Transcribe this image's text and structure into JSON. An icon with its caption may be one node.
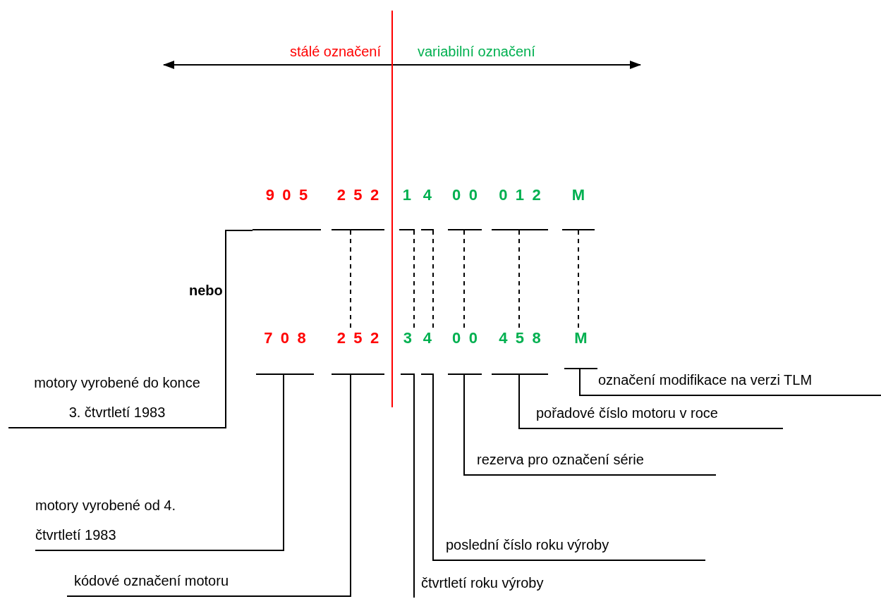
{
  "diagram": {
    "nodes": [
      {
        "text": [
          "9 0 5"
        ]
      },
      {
        "text": [
          "2 5 2"
        ]
      },
      {
        "text": [
          "1"
        ]
      },
      {
        "text": [
          "4"
        ]
      },
      {
        "text": [
          "0 0"
        ]
      },
      {
        "text": [
          "0 1 2"
        ]
      },
      {
        "text": [
          "M"
        ]
      },
      {
        "text": [
          "7 0 8"
        ]
      },
      {
        "text": [
          "2 5 2"
        ]
      },
      {
        "text": [
          "3"
        ]
      },
      {
        "text": [
          "4"
        ]
      },
      {
        "text": [
          "0 0"
        ]
      },
      {
        "text": [
          "4 5 8"
        ]
      },
      {
        "text": [
          "M"
        ]
      },
      {
        "text": [
          "motory vyrobené do konce 3. čtvrtletí 1983"
        ]
      },
      {
        "text": [
          "motory vyrobené od 4. čtvrtletí 1983"
        ]
      },
      {
        "text": [
          "kódové označení motoru"
        ]
      },
      {
        "text": [
          "čtvrtletí roku výroby"
        ]
      },
      {
        "text": [
          "poslední číslo roku výroby"
        ]
      },
      {
        "text": [
          "rezerva pro označení série"
        ]
      },
      {
        "text": [
          "pořadové číslo motoru v roce"
        ]
      },
      {
        "text": [
          "označení modifikace na verzi TLM"
        ]
      }
    ],
    "edges": [
      {
        "from": 14,
        "to": 0,
        "arrow": "none"
      },
      {
        "from": 1,
        "to": 8,
        "arrow": "none",
        "style": "dashed"
      },
      {
        "from": 2,
        "to": 9,
        "arrow": "none",
        "style": "dashed"
      },
      {
        "from": 3,
        "to": 10,
        "arrow": "none",
        "style": "dashed"
      },
      {
        "from": 4,
        "to": 11,
        "arrow": "none",
        "style": "dashed"
      },
      {
        "from": 5,
        "to": 12,
        "arrow": "none",
        "style": "dashed"
      },
      {
        "from": 6,
        "to": 13,
        "arrow": "none",
        "style": "dashed"
      },
      {
        "from": 15,
        "to": 7,
        "arrow": "none"
      },
      {
        "from": 16,
        "to": 8,
        "arrow": "none"
      },
      {
        "from": 17,
        "to": 9,
        "arrow": "none"
      },
      {
        "from": 18,
        "to": 10,
        "arrow": "none"
      },
      {
        "from": 19,
        "to": 11,
        "arrow": "none"
      },
      {
        "from": 20,
        "to": 12,
        "arrow": "none"
      },
      {
        "from": 21,
        "to": 13,
        "arrow": "none"
      }
    ],
    "labels": [
      "stálé označení",
      "variabilní označení",
      "nebo"
    ]
  }
}
